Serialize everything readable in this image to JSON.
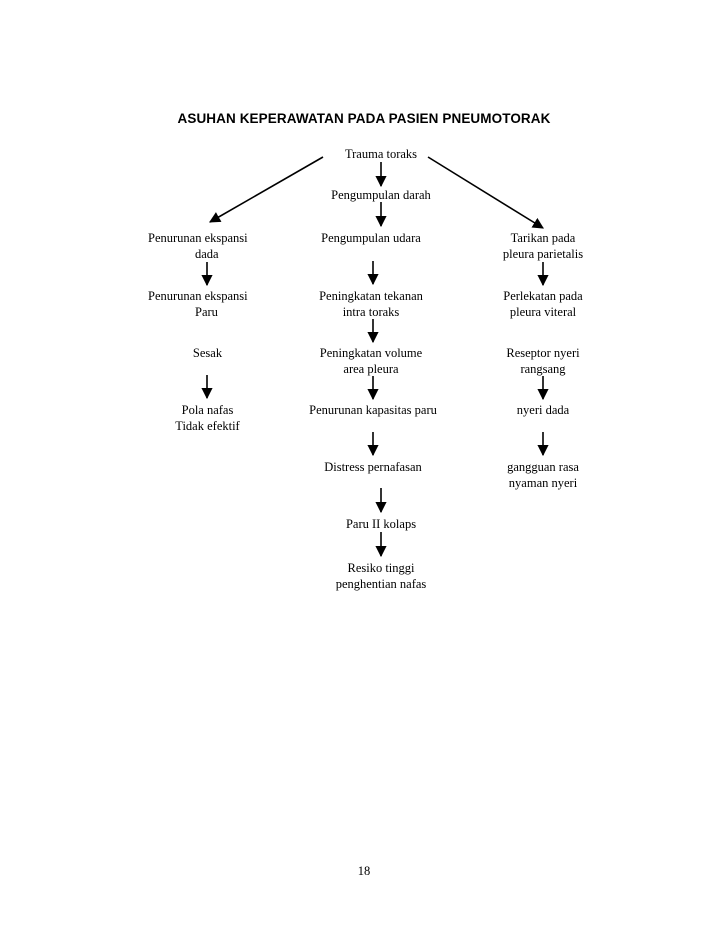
{
  "title": "ASUHAN KEPERAWATAN PADA PASIEN PNEUMOTORAK",
  "page_number": "18",
  "nodes": {
    "trauma": [
      "Trauma toraks"
    ],
    "pengumpulan_darah": [
      "Pengumpulan darah"
    ],
    "penurunan_ekspansi_dada": [
      "Penurunan ekspansi",
      "dada"
    ],
    "pengumpulan_udara": [
      "Pengumpulan udara"
    ],
    "tarikan_pleura": [
      "Tarikan pada",
      "pleura parietalis"
    ],
    "penurunan_ekspansi_paru": [
      "Penurunan ekspansi",
      "Paru"
    ],
    "peningkatan_tekanan": [
      "Peningkatan tekanan",
      "intra toraks"
    ],
    "perlekatan_pleura": [
      "Perlekatan pada",
      "pleura viteral"
    ],
    "sesak": [
      "Sesak"
    ],
    "peningkatan_volume": [
      "Peningkatan volume",
      "area pleura"
    ],
    "reseptor_nyeri": [
      "Reseptor nyeri",
      "rangsang"
    ],
    "pola_nafas": [
      "Pola nafas",
      "Tidak efektif"
    ],
    "penurunan_kapasitas": [
      "Penurunan kapasitas paru"
    ],
    "nyeri_dada": [
      "nyeri dada"
    ],
    "distress": [
      "Distress pernafasan"
    ],
    "gangguan_rasa": [
      "gangguan rasa",
      "nyaman nyeri"
    ],
    "paru_kolaps": [
      "Paru II kolaps"
    ],
    "resiko": [
      "Resiko tinggi",
      "penghentian nafas"
    ]
  },
  "edges": [
    [
      "trauma",
      "pengumpulan_darah"
    ],
    [
      "trauma",
      "penurunan_ekspansi_dada"
    ],
    [
      "trauma",
      "tarikan_pleura"
    ],
    [
      "penurunan_ekspansi_dada",
      "penurunan_ekspansi_paru"
    ],
    [
      "pengumpulan_udara",
      "peningkatan_tekanan"
    ],
    [
      "tarikan_pleura",
      "perlekatan_pleura"
    ],
    [
      "peningkatan_tekanan",
      "peningkatan_volume"
    ],
    [
      "sesak",
      "pola_nafas"
    ],
    [
      "penurunan_kapasitas",
      "distress"
    ],
    [
      "reseptor_nyeri",
      "nyeri_dada"
    ],
    [
      "nyeri_dada",
      "gangguan_rasa"
    ],
    [
      "distress",
      "paru_kolaps"
    ],
    [
      "paru_kolaps",
      "resiko"
    ]
  ]
}
